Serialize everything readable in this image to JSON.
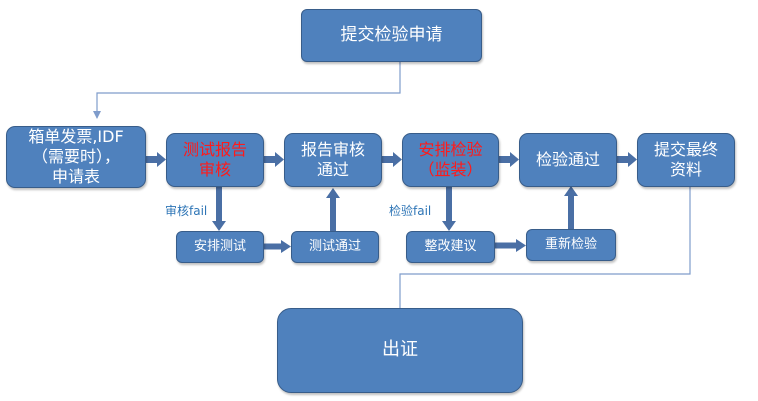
{
  "nodes": {
    "submit_application": "提交检验申请",
    "documents": "箱单发票,IDF\n（需要时），\n申请表",
    "test_report_review": "测试报告\n审核",
    "arrange_test": "安排测试",
    "test_passed": "测试通过",
    "report_review_passed": "报告审核\n通过",
    "arrange_inspection": "安排检验\n（监装）",
    "rectification": "整改建议",
    "reinspection": "重新检验",
    "inspection_passed": "检验通过",
    "submit_final": "提交最终\n资料",
    "certificate": "出证"
  },
  "labels": {
    "review_fail": "审核fail",
    "inspection_fail": "检验fail"
  },
  "colors": {
    "box_fill": "#4f81bd",
    "box_border": "#385d8a",
    "arrow": "#4a6fa5",
    "highlight_text": "#ff1a1a",
    "label_text": "#2e75b6"
  }
}
